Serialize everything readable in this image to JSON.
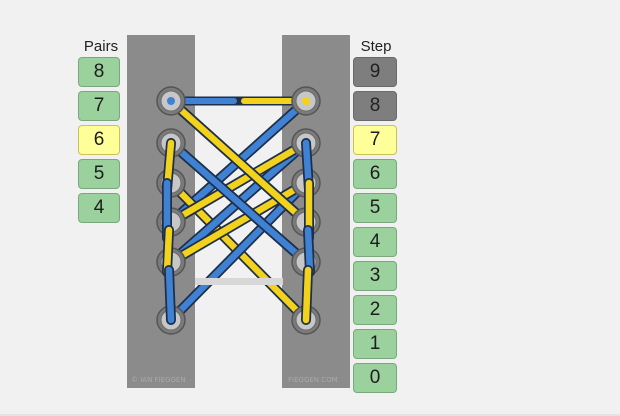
{
  "pairs": {
    "label": "Pairs",
    "items": [
      {
        "label": "8",
        "state": "normal"
      },
      {
        "label": "7",
        "state": "normal"
      },
      {
        "label": "6",
        "state": "selected"
      },
      {
        "label": "5",
        "state": "normal"
      },
      {
        "label": "4",
        "state": "normal"
      }
    ]
  },
  "steps": {
    "label": "Step",
    "items": [
      {
        "label": "9",
        "state": "done"
      },
      {
        "label": "8",
        "state": "done"
      },
      {
        "label": "7",
        "state": "selected"
      },
      {
        "label": "6",
        "state": "normal"
      },
      {
        "label": "5",
        "state": "normal"
      },
      {
        "label": "4",
        "state": "normal"
      },
      {
        "label": "3",
        "state": "normal"
      },
      {
        "label": "2",
        "state": "normal"
      },
      {
        "label": "1",
        "state": "normal"
      },
      {
        "label": "0",
        "state": "normal"
      }
    ]
  },
  "colors": {
    "lace_blue": "#3f82d4",
    "lace_yellow": "#f3d21b",
    "lace_outline": "#1f2f4a",
    "strip": "#8b8b8b",
    "button_green": "#9bd19c",
    "button_selected": "#ffff99",
    "button_done": "#7e7e7e"
  },
  "watermark": {
    "left": "© IAN FIEGGEN",
    "right": "FIEGGEN.COM"
  }
}
